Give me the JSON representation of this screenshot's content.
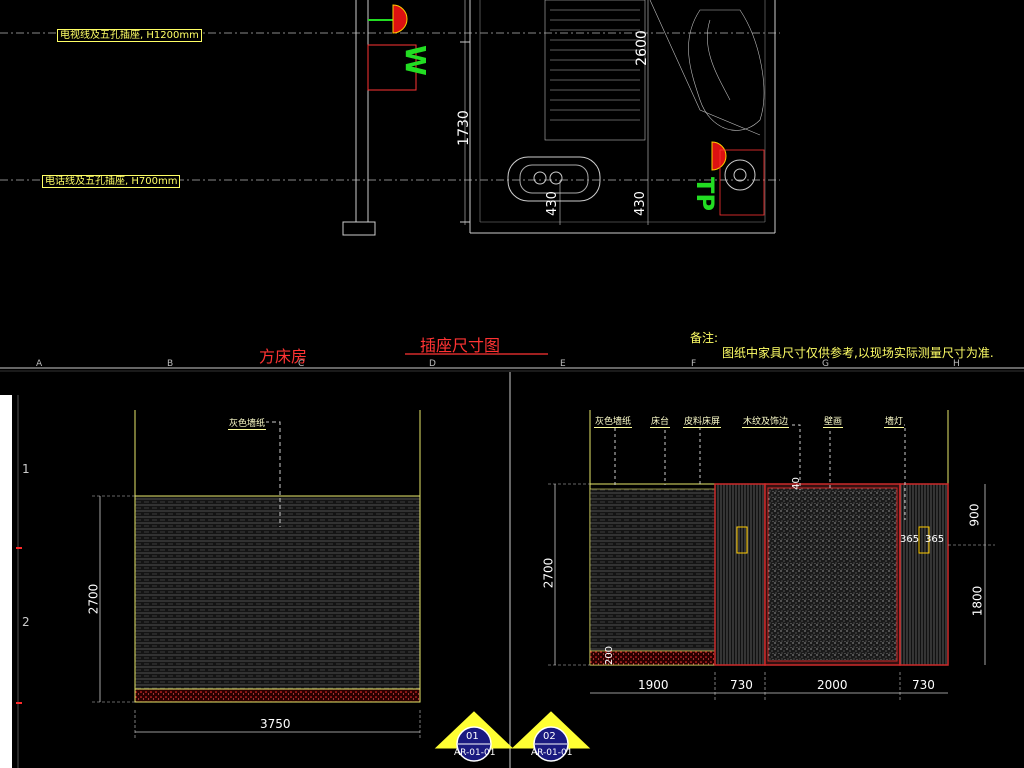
{
  "top_plan": {
    "tv_socket_note": "电视线及五孔插座, H1200mm",
    "phone_socket_note": "电话线及五孔插座, H700mm",
    "dim_2600": "2600",
    "dim_1730": "1730",
    "dim_430a": "430",
    "dim_430b": "430",
    "green_w": "W",
    "green_tp": "TP"
  },
  "headers": {
    "room_name": "方床房",
    "socket_title": "插座尺寸图",
    "note_label": "备注:",
    "note_text": "图纸中家具尺寸仅供参考,以现场实际测量尺寸为准."
  },
  "grid_letters": [
    "A",
    "B",
    "C",
    "D",
    "E",
    "F",
    "G",
    "H"
  ],
  "grid_numbers": [
    "1",
    "2"
  ],
  "elevation_01": {
    "tag": "灰色墙纸",
    "dim_height": "2700",
    "dim_width": "3750",
    "marker_num": "01",
    "marker_ref": "AR-01-01"
  },
  "elevation_02": {
    "tags": [
      "灰色墙纸",
      "床台",
      "皮料床屏",
      "木纹及饰边",
      "壁画",
      "墙灯"
    ],
    "dim_height": "2700",
    "dim_900": "900",
    "dim_1800": "1800",
    "dim_200": "200",
    "dim_40": "40",
    "dim_365": "365",
    "dim_365b": "365",
    "widths": [
      "1900",
      "730",
      "2000",
      "730"
    ],
    "marker_num": "02",
    "marker_ref": "AR-01-01"
  },
  "colors": {
    "line_yellow": "#e8e86a",
    "accent_red": "#ff2a2a",
    "accent_green": "#22dd22",
    "frame_red": "#cc2a2a"
  }
}
